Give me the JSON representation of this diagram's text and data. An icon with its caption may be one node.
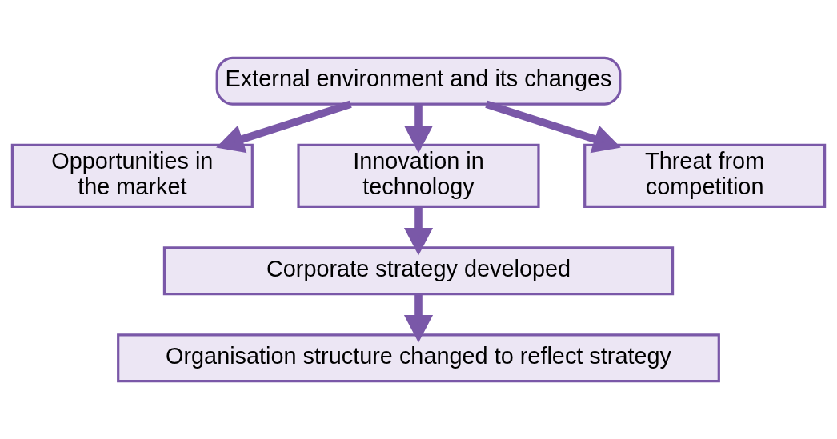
{
  "diagram": {
    "nodes": [
      {
        "text": [
          "External environment and its changes"
        ]
      },
      {
        "text": [
          "Opportunities in the market"
        ]
      },
      {
        "text": [
          "Innovation in technology"
        ]
      },
      {
        "text": [
          "Threat from competition"
        ]
      },
      {
        "text": [
          "Corporate strategy developed"
        ]
      },
      {
        "text": [
          "Organisation structure changed to reflect strategy"
        ]
      }
    ],
    "edges": [
      {
        "from": 0,
        "to": 1,
        "arrow": "to"
      },
      {
        "from": 0,
        "to": 2,
        "arrow": "to"
      },
      {
        "from": 0,
        "to": 3,
        "arrow": "to"
      },
      {
        "from": 2,
        "to": 4,
        "arrow": "to"
      },
      {
        "from": 4,
        "to": 5,
        "arrow": "to"
      }
    ]
  }
}
